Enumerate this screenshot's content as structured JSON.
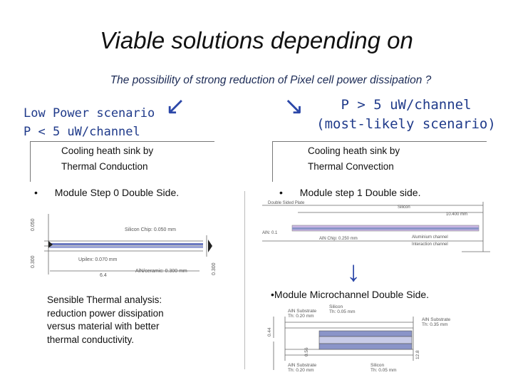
{
  "title": "Viable solutions depending on",
  "subtitle": "The possibility of strong reduction of Pixel cell power dissipation ?",
  "low": {
    "line1": "Low Power scenario",
    "line2": "P < 5 uW/channel"
  },
  "high": {
    "line1": "P > 5 uW/channel",
    "line2": "(most-likely scenario)"
  },
  "left_box": {
    "line1": "Cooling heath sink by",
    "line2": "Thermal Conduction"
  },
  "right_box": {
    "line1": "Cooling heath sink by",
    "line2": "Thermal Convection"
  },
  "bullets": {
    "symbol": "•",
    "left": "Module Step 0 Double Side.",
    "right": "Module step 1 Double side.",
    "microchannel": "•Module Microchannel Double Side."
  },
  "analysis": {
    "line1": "Sensible Thermal analysis:",
    "line2": "reduction power dissipation",
    "line3": "versus material with better",
    "line4": "thermal conductivity."
  },
  "diagram_left": {
    "silicon": "Silicon Chip: 0.050 mm",
    "upilex": "Upilex: 0.070 mm",
    "aln": "AlN/ceramic: 0.300 mm",
    "width": "6.4",
    "dim1": "0.050",
    "dim2": "0.300",
    "dim3": "0.300"
  },
  "diagram_right": {
    "l1": "Double Sided Plate",
    "l2": "Silicon",
    "l3": "AlN: 0.1",
    "l4": "AlN Chip: 0.250 mm",
    "l5": "Aluminium channel",
    "l6": "Interaction channel",
    "l7": "10.400 mm"
  },
  "diagram_bottom": {
    "silicon": "Silicon",
    "silicon_th": "Th: 0.05 mm",
    "aln_top": "AlN Substrate",
    "aln_top_th": "Th: 0.20 mm",
    "aln_right": "AlN Substrate",
    "aln_right_th": "Th: 0.35 mm",
    "aln_bottom": "AlN Substrate",
    "aln_bottom_th": "Th: 0.20 mm",
    "silicon_b": "Silicon",
    "silicon_b_th": "Th: 0.05 mm",
    "v1": "0.44",
    "v2": "0.56",
    "v3": "12.8"
  },
  "colors": {
    "accent": "#1f3a8a",
    "arrow": "#2b47a8",
    "layer_fill": "#8a94c8"
  }
}
